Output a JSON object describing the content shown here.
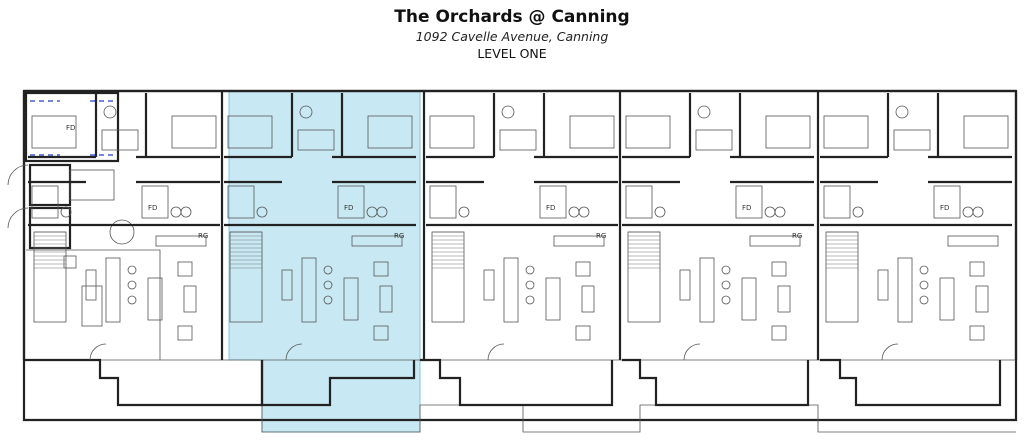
{
  "header": {
    "title": "The Orchards @ Canning",
    "address": "1092 Cavelle Avenue, Canning",
    "level": "LEVEL ONE"
  },
  "labels": {
    "fd": "FD",
    "rg": "RG"
  },
  "colors": {
    "highlight_fill": "#bfe6f2",
    "highlight_stroke": "#6fbcd6",
    "wall": "#222222",
    "dashed_marker": "#1f3fd0"
  }
}
